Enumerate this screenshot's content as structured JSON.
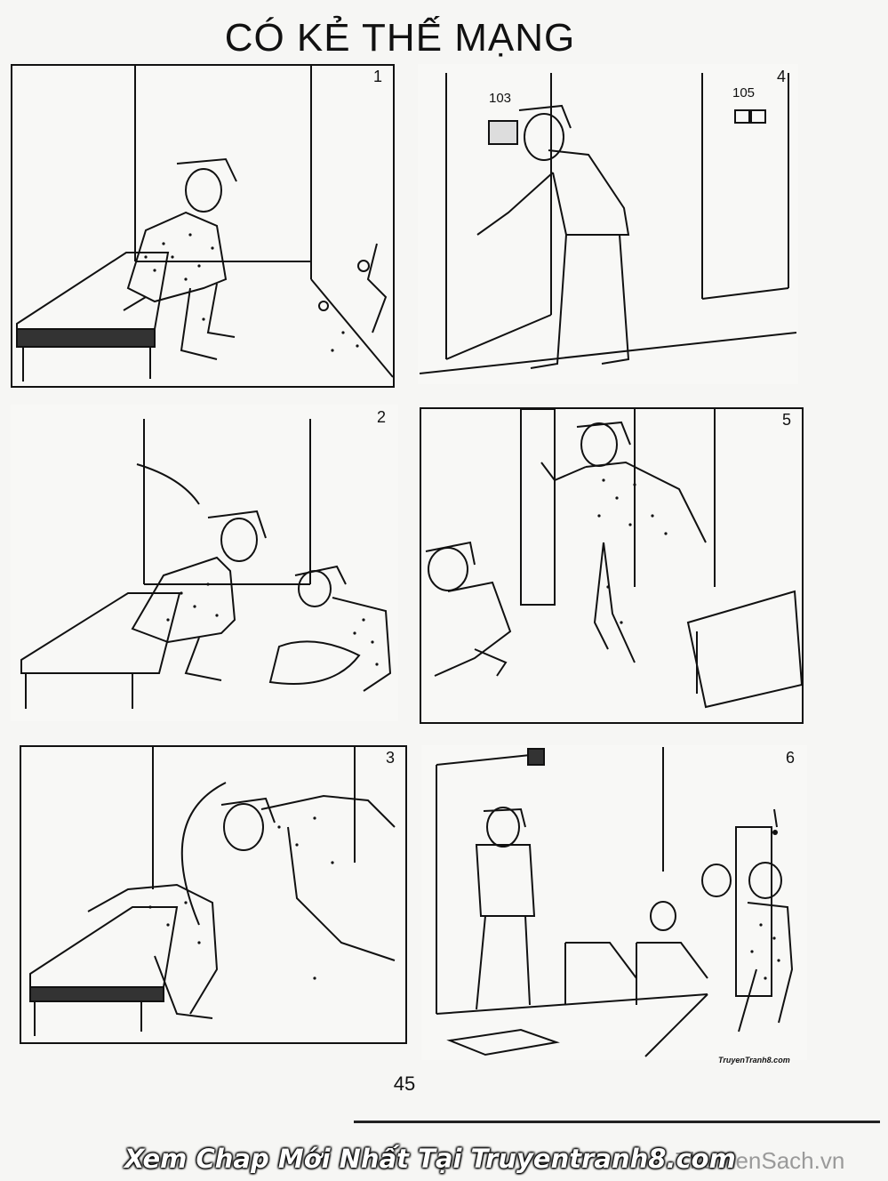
{
  "title": "CÓ KẺ THẾ MẠNG",
  "panels": [
    {
      "number": "1"
    },
    {
      "number": "2"
    },
    {
      "number": "3"
    },
    {
      "number": "4"
    },
    {
      "number": "5"
    },
    {
      "number": "6"
    }
  ],
  "door_labels": {
    "left": "103",
    "right": "105"
  },
  "page_number": "45",
  "banner": "Xem Chap Mới Nhất Tại Truyentranh8.com",
  "watermark": "ThuVienSach.vn",
  "credit": "TruyenTranh8.com"
}
